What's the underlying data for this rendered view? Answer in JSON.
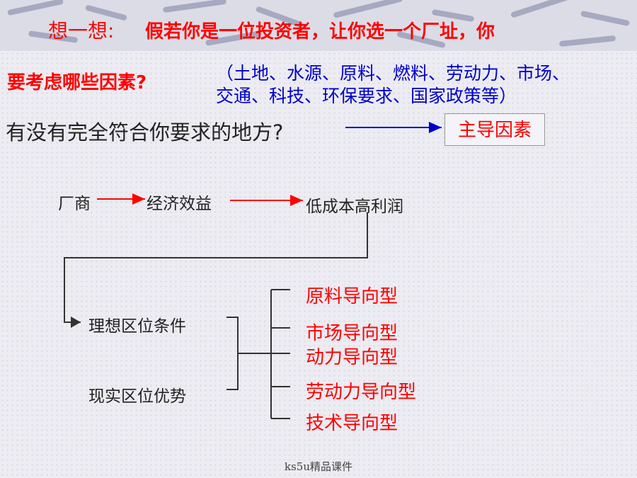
{
  "heading": {
    "prefix": "想一想:",
    "question_line1": "假若你是一位投资者，让你选一个厂址，你",
    "question_line2": "要考虑哪些因素?",
    "factors_line1": "（土地、水源、原料、燃料、劳动力、市场、",
    "factors_line2": "交通、科技、环保要求、国家政策等）"
  },
  "question2": "有没有完全符合你要求的地方?",
  "dominant_factor": "主导因素",
  "chain": {
    "node1": "厂商",
    "node2": "经济效益",
    "node3": "低成本高利润"
  },
  "conditions": {
    "ideal": "理想区位条件",
    "real": "现实区位优势"
  },
  "types": [
    "原料导向型",
    "市场导向型",
    "动力导向型",
    "劳动力导向型",
    "技术导向型"
  ],
  "footer": "ks5u精品课件",
  "colors": {
    "accent_red": "#ff0000",
    "arrow_blue": "#0000cc"
  }
}
